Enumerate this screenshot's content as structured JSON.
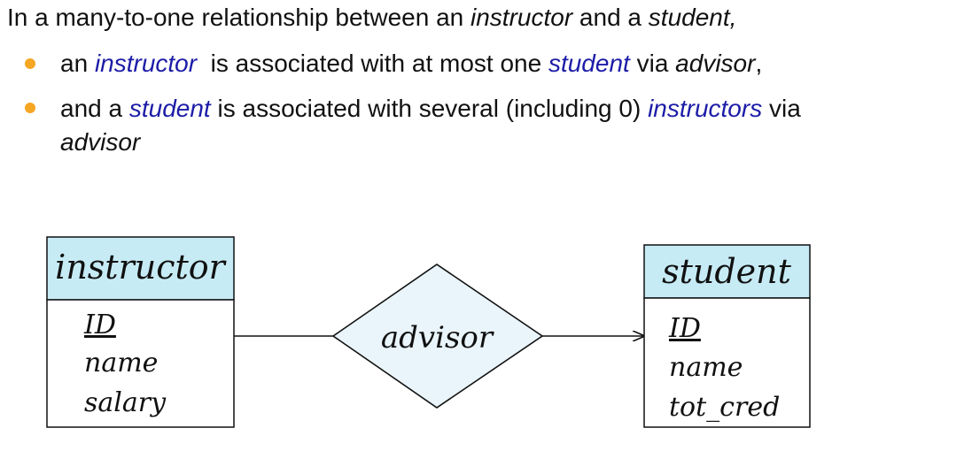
{
  "colors": {
    "text": "#111111",
    "highlight": "#1c1ca8",
    "bullet": "#f5a623",
    "entity_header_fill": "#c6ebf5",
    "relationship_fill": "#eaf5fb",
    "line": "#111111"
  },
  "intro": {
    "prefix": "In a many-to-one relationship between an ",
    "entity1": "instructor",
    "middle": " and a ",
    "entity2": "student,"
  },
  "bullet1": {
    "part1": "an ",
    "instructor": "instructor",
    "part2": "  is associated with at most one ",
    "student": "student",
    "part3": " via ",
    "advisor": "advisor",
    "part4": ","
  },
  "bullet2": {
    "part1": "and a ",
    "student": "student",
    "part2": " is associated with several (including 0) ",
    "instructors": "instructors",
    "part3": " via ",
    "advisor": "advisor"
  },
  "diagram": {
    "entity_instructor": {
      "name": "instructor",
      "key_attribute": "ID",
      "attributes": [
        "name",
        "salary"
      ]
    },
    "relationship": {
      "name": "advisor"
    },
    "entity_student": {
      "name": "student",
      "key_attribute": "ID",
      "attributes": [
        "name",
        "tot_cred"
      ]
    },
    "cardinality": "many-to-one (arrow points to student)"
  }
}
